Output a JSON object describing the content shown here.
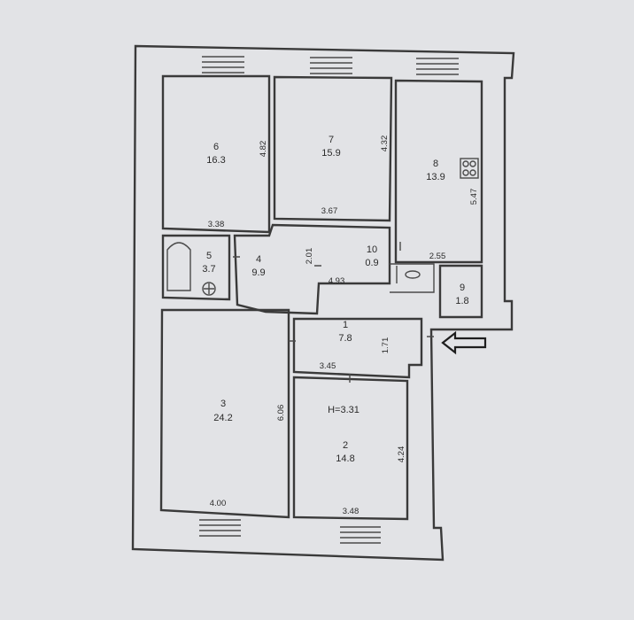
{
  "rooms": [
    {
      "id": "room-6",
      "number": "6",
      "area": "16.3"
    },
    {
      "id": "room-7",
      "number": "7",
      "area": "15.9"
    },
    {
      "id": "room-8",
      "number": "8",
      "area": "13.9"
    },
    {
      "id": "room-5",
      "number": "5",
      "area": "3.7"
    },
    {
      "id": "room-4",
      "number": "4",
      "area": "9.9"
    },
    {
      "id": "room-10",
      "number": "10",
      "area": "0.9"
    },
    {
      "id": "room-9",
      "number": "9",
      "area": "1.8"
    },
    {
      "id": "room-1",
      "number": "1",
      "area": "7.8"
    },
    {
      "id": "room-3",
      "number": "3",
      "area": "24.2"
    },
    {
      "id": "room-2",
      "number": "2",
      "area": "14.8"
    }
  ],
  "dimensions": {
    "d_4_82": "4.82",
    "d_3_38": "3.38",
    "d_4_32": "4.32",
    "d_3_67": "3.67",
    "d_5_47": "5.47",
    "d_2_55": "2.55",
    "d_2_01": "2.01",
    "d_4_93": "4.93",
    "d_1_71": "1.71",
    "d_3_45": "3.45",
    "d_6_06": "6.06",
    "d_4_00": "4.00",
    "d_4_24": "4.24",
    "d_3_48": "3.48"
  },
  "ceiling_height": "H=3.31",
  "entrance_arrow": "entrance-arrow-icon"
}
